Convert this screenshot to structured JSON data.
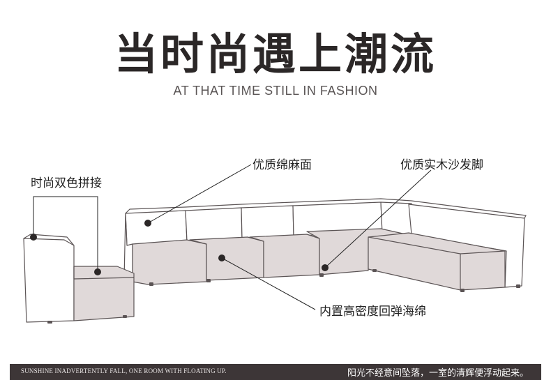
{
  "title": "当时尚遇上潮流",
  "subtitle": "AT THAT TIME STILL IN FASHION",
  "callouts": {
    "color_splice": "时尚双色拼接",
    "linen_surface": "优质绵麻面",
    "wood_legs": "优质实木沙发脚",
    "foam_filling": "内置高密度回弹海绵"
  },
  "footer": {
    "left_text": "SUNSHINE INADVERTENTLY FALL, ONE ROOM WITH FLOATING UP.",
    "right_text": "阳光不经意间坠落，一室的清辉便浮动起来。"
  },
  "colors": {
    "cushion": "#e0d9d9",
    "frame": "#ffffff",
    "outline": "#5b5455",
    "title": "#2b2727",
    "footer_bg": "#3d3637"
  }
}
